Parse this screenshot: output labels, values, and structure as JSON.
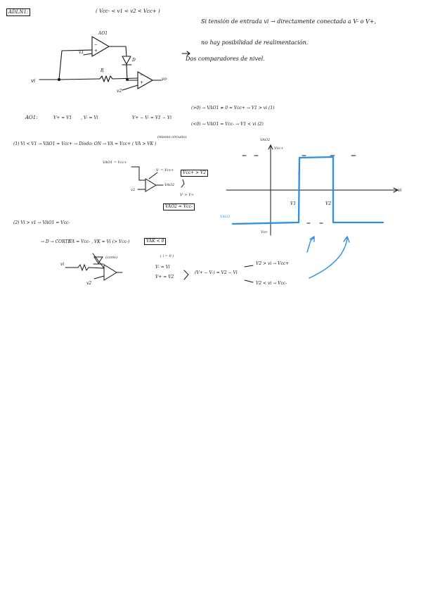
{
  "heading": "ADLN1:",
  "range_condition": "( Vcc- < v1 < v2 < Vcc+ )",
  "note": {
    "line1": "Si tensión de entrada vi → directamente conectada a V- o V+,",
    "line2": "no hay posibilidad de realimentación.",
    "line3": "Dos comparadores de nivel."
  },
  "circuit1": {
    "ao1": "AO1",
    "v1": "v1",
    "r": "R",
    "d": "D",
    "v2": "v2",
    "vi": "vi",
    "vo": "vo",
    "minus": "−",
    "plus": "+"
  },
  "ao1_analysis": {
    "label": "AO1:",
    "eq1": "V+ = V1",
    "eq2": ", V- = Vi",
    "eq3": "V+ − V- = V1 − Vi",
    "case_pos": "(>0) → VAO1 ≠ 0 = Vcc+ → V1 > vi (1)",
    "case_neg": "(<0) → VAO1 = Vcc- → V1 < vi (2)"
  },
  "case1": {
    "line": "(1) Vi < V1 → VAO1 = Vcc+ → Diodo: ON → VA = Vcc+ ( VA > VK )",
    "on_text": "ON",
    "note_above": "(mismo circuito)",
    "vao1_label": "VAO1 = Vcc+",
    "vminus_label": "V- = Vcc+",
    "v2_label": "v2",
    "vao2_label": "VAO2",
    "box1": "Vcc+ > V2",
    "arrow_down": "↓",
    "vminus_gt": "V- > V+",
    "box2": "VAO2 = Vcc-"
  },
  "case2": {
    "line1": "(2) Vi > v1 → VAO1 = Vcc-",
    "line2_a": "→ D → CORTE",
    "line2_b": "VA = Vcc- , VK = Vi (> Vcc-)",
    "box": "VAK < 0",
    "corte_label": "(corte)",
    "vi": "vi",
    "v2": "v2",
    "i_eq": "( i = 0 )",
    "vm_eq": "V- = Vi",
    "vp_eq": "V+ = V2",
    "diff_eq": "(V+ − V-) = V2 − Vi",
    "out1": "V2 > vi → Vcc+",
    "out2": "V2 < vi → Vcc-"
  },
  "graph": {
    "y_axis_label": "VAO2",
    "x_axis_label": "vi",
    "vcc_pos_label": "Vcc+",
    "vcc_neg_label": "Vcc-",
    "v1_label": "V1",
    "v2_label": "V2",
    "left_level_label": "VAO2",
    "accent_color": "#2f8fe0",
    "chart_data": {
      "type": "line",
      "x_labels": [
        "V1",
        "V2"
      ],
      "y_levels": [
        "Vcc-",
        "Vcc+"
      ],
      "segments": [
        {
          "from": "-inf",
          "to": "V1",
          "level": "Vcc-"
        },
        {
          "from": "V1",
          "to": "V2",
          "level": "Vcc+"
        },
        {
          "from": "V2",
          "to": "+inf",
          "level": "Vcc-"
        }
      ]
    }
  }
}
